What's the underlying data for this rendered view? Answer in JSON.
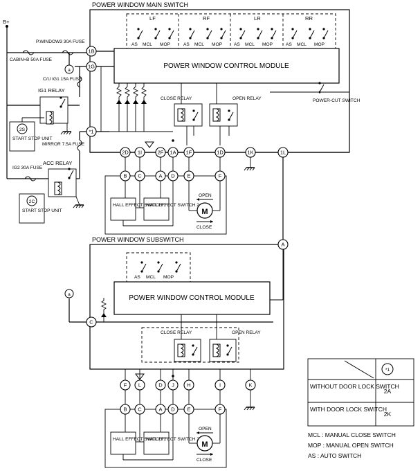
{
  "supply": {
    "label": "B+"
  },
  "main_switch": {
    "title": "POWER WINDOW MAIN SWITCH",
    "module_label": "POWER WINDOW CONTROL MODULE",
    "groups": [
      "LF",
      "RF",
      "LR",
      "RR"
    ],
    "switch_labels": [
      "AS",
      "MCL",
      "MOP"
    ],
    "close_relay": "CLOSE RELAY",
    "open_relay": "OPEN RELAY",
    "power_cut_switch": "POWER-CUT SWITCH"
  },
  "fuses": {
    "pwindow3": "P.WINDOW3 30A FUSE",
    "cabin_b": "CABIN+B 50A FUSE",
    "cu_ig1": "C/U IG1 15A FUSE",
    "mirror": "MIRROR 7.5A FUSE",
    "ig2": "IG2 30A FUSE"
  },
  "relays": {
    "ig1": "IG1 RELAY",
    "acc": "ACC RELAY"
  },
  "units": [
    {
      "badge": "2S",
      "label": "START STOP UNIT"
    },
    {
      "badge": "2C",
      "label": "START STOP UNIT"
    }
  ],
  "connectors_main_side": [
    "1B",
    "1G",
    "*1"
  ],
  "connectors_main_bottom": [
    "2D",
    "1I",
    "2F",
    "1A",
    "1F",
    "1D",
    "1K",
    "1L"
  ],
  "door_unit_pins": [
    "B",
    "C",
    "A",
    "D",
    "E",
    "F"
  ],
  "hall_sensors": [
    "HALL EFFECT SWITCH 1",
    "HALL EFFECT SWITCH 2"
  ],
  "motor": {
    "symbol": "M",
    "open": "OPEN",
    "close": "CLOSE"
  },
  "sub_switch": {
    "title": "POWER WINDOW SUBSWITCH",
    "module_label": "POWER WINDOW CONTROL MODULE",
    "switch_labels": [
      "AS",
      "MCL",
      "MOP"
    ],
    "close_relay": "CLOSE RELAY",
    "open_relay": "OPEN RELAY",
    "connector_a": "A",
    "connector_c": "C",
    "bottom_pins": [
      "F",
      "L",
      "D",
      "J",
      "H",
      "I",
      "K"
    ]
  },
  "splice_label": "a",
  "legend": {
    "header_symbol": "*1",
    "rows": [
      {
        "label": "WITHOUT DOOR LOCK SWITCH",
        "value": "2A"
      },
      {
        "label": "WITH DOOR LOCK SWITCH",
        "value": "2K"
      }
    ]
  },
  "abbreviations": [
    "MCL : MANUAL CLOSE SWITCH",
    "MOP : MANUAL OPEN SWITCH",
    "AS : AUTO SWITCH"
  ]
}
